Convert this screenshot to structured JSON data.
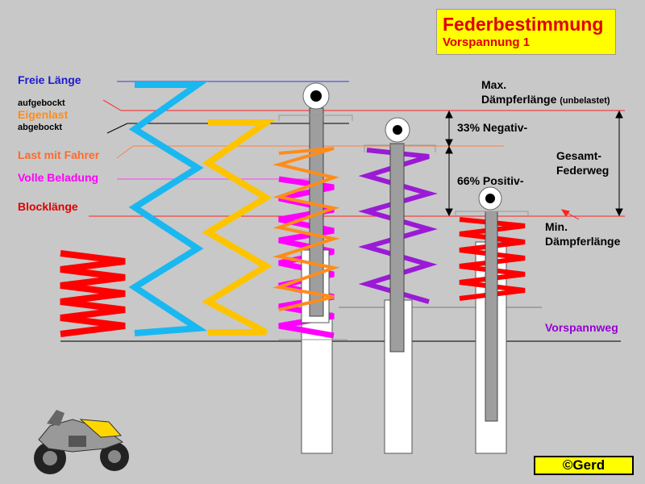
{
  "title": {
    "main": "Federbestimmung",
    "sub": "Vorspannung 1",
    "bg": "#ffff00",
    "color": "#e00000"
  },
  "labels": {
    "freie_laenge": "Freie Länge",
    "aufgebockt": "aufgebockt",
    "eigenlast": "Eigenlast",
    "abgebockt": "abgebockt",
    "last_mit_fahrer": "Last mit Fahrer",
    "volle_beladung": "Volle Beladung",
    "blocklaenge": "Blocklänge",
    "max_line1": "Max.",
    "max_line2": "Dämpferlänge",
    "max_note": "(unbelastet)",
    "negativ": "33% Negativ-",
    "positiv": "66% Positiv-",
    "gesamt_line1": "Gesamt-",
    "gesamt_line2": "Federweg",
    "min_line1": "Min.",
    "min_line2": "Dämpferlänge",
    "vorspannweg": "Vorspannweg"
  },
  "colors": {
    "freie_laenge": "#1a1acc",
    "eigenlast": "#ff8c1a",
    "last_mit_fahrer": "#ff6a2a",
    "volle_beladung": "#ff00ff",
    "blocklaenge": "#e00000",
    "vorspannweg": "#9400d3",
    "spring_blue": "#1ab8f0",
    "spring_yellow": "#ffc400",
    "spring_red": "#ff0000",
    "spring_purple": "#9b1ad6"
  },
  "copyright": "©Gerd",
  "icons": [
    "motorcycle-icon",
    "copyright-logo-icon"
  ]
}
